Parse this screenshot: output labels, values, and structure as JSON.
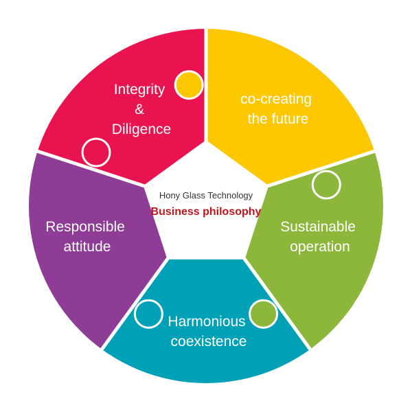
{
  "center": {
    "company": "Hony Glass Technology",
    "title": "Business philosophy",
    "title_color": "#c0141c"
  },
  "segments": [
    {
      "lines": [
        "Integrity",
        "&",
        "Diligence"
      ],
      "color": "#e8134f"
    },
    {
      "lines": [
        "co-creating",
        "the future"
      ],
      "color": "#fdc800"
    },
    {
      "lines": [
        "Sustainable",
        "operation"
      ],
      "color": "#8cb73b"
    },
    {
      "lines": [
        "Harmonious",
        "coexistence"
      ],
      "color": "#00a0b6"
    },
    {
      "lines": [
        "Responsible",
        "attitude"
      ],
      "color": "#8e3c96"
    }
  ]
}
